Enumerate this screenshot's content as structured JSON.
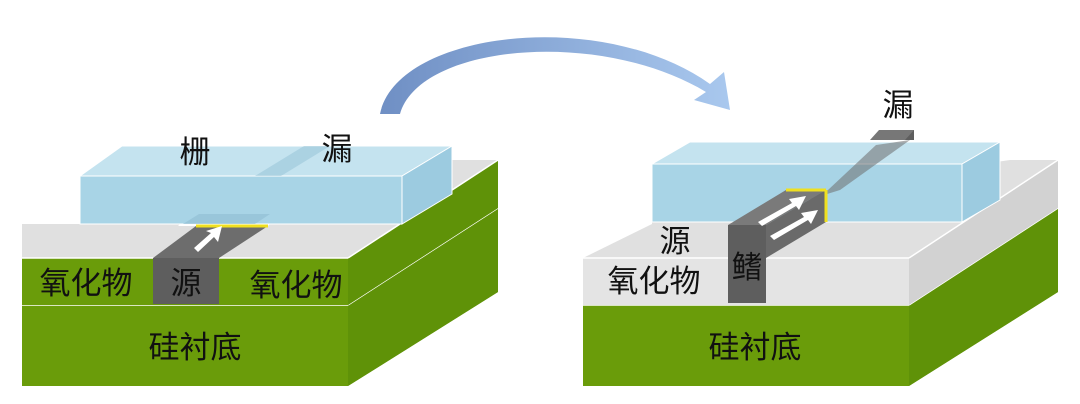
{
  "left_device": {
    "gate_label": "栅",
    "drain_label": "漏",
    "oxide_left_label": "氧化物",
    "oxide_right_label": "氧化物",
    "source_label": "源",
    "substrate_label": "硅衬底"
  },
  "right_device": {
    "drain_label": "漏",
    "source_label": "源",
    "fin_label": "鳍",
    "oxide_label": "氧化物",
    "substrate_label": "硅衬底"
  },
  "colors": {
    "substrate_green": "#6a9c0a",
    "substrate_green_dark": "#5a8a05",
    "oxide_gray": "#e2e2e2",
    "gate_blue": "#a8d4e6",
    "channel_gray": "#666666",
    "arrow_blue": "#6e96cc",
    "highlight_yellow": "#f0e020"
  }
}
